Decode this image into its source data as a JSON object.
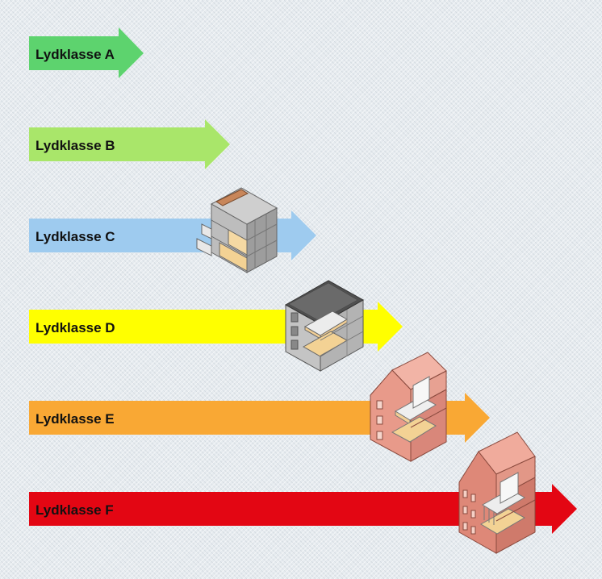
{
  "classes": [
    {
      "label": "Lydklasse A",
      "color": "#5dd36e"
    },
    {
      "label": "Lydklasse B",
      "color": "#a9e66a"
    },
    {
      "label": "Lydklasse C",
      "color": "#9ecbef"
    },
    {
      "label": "Lydklasse D",
      "color": "#ffff00"
    },
    {
      "label": "Lydklasse E",
      "color": "#f9a834"
    },
    {
      "label": "Lydklasse F",
      "color": "#e30613"
    }
  ],
  "buildings": [
    {
      "name": "modern-apartment-building",
      "wall_color": "#d6d6d6",
      "roof_color": "#c8865a"
    },
    {
      "name": "concrete-apartment-block",
      "wall_color": "#c4c4c4",
      "roof_color": "#505050"
    },
    {
      "name": "brick-house-gabled",
      "wall_color": "#e89a8a",
      "roof_color": "#f2b4a6"
    },
    {
      "name": "old-brick-townhouse",
      "wall_color": "#de8878",
      "roof_color": "#f0ab9c"
    }
  ]
}
